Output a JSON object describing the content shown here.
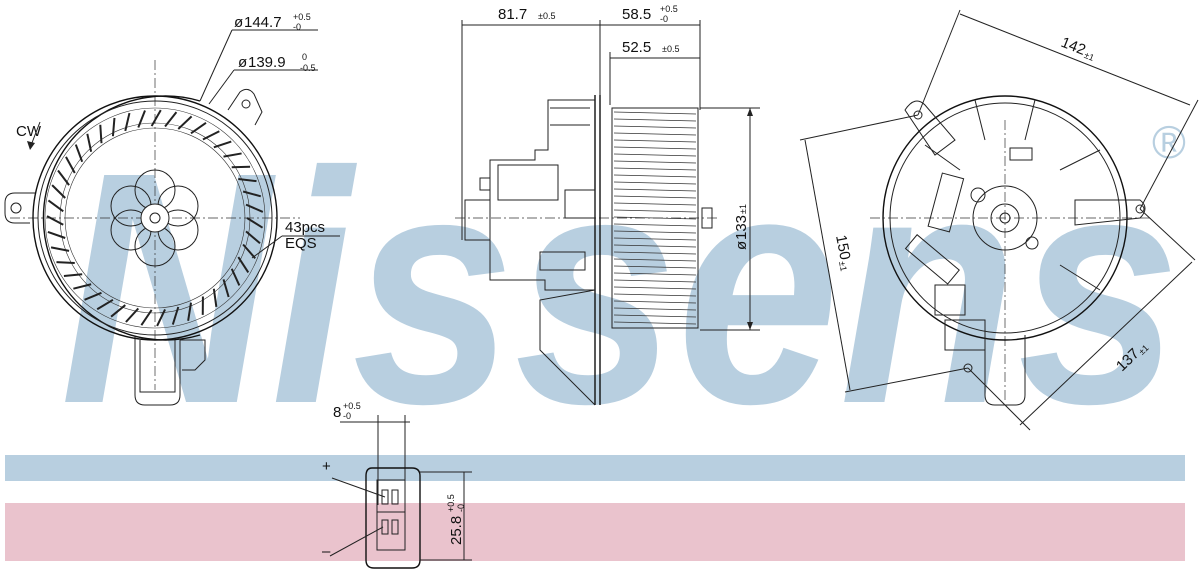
{
  "brand": {
    "watermark": "Nissens",
    "registered_mark": "®",
    "watermark_color": "#b8cfe0",
    "band_blue_color": "#b8cfe0",
    "band_pink_color": "#eac3cd"
  },
  "front_view": {
    "rotation_label": "CW",
    "outer_diameter": {
      "value": "144.7",
      "tol_upper": "+0.5",
      "tol_lower": "-0",
      "prefix": "ø"
    },
    "inner_diameter": {
      "value": "139.9",
      "tol_upper": "0",
      "tol_lower": "-0.5",
      "prefix": "ø"
    },
    "blade_count": "43pcs",
    "blade_spacing": "EQS"
  },
  "side_view": {
    "length_total": {
      "value": "81.7",
      "tol": "±0.5"
    },
    "length_wheel": {
      "value": "58.5",
      "tol_upper": "+0.5",
      "tol_lower": "-0"
    },
    "length_blade": {
      "value": "52.5",
      "tol": "±0.5"
    },
    "wheel_diameter": {
      "value": "133",
      "tol": "±1",
      "prefix": "ø"
    }
  },
  "rear_view": {
    "width": {
      "value": "142",
      "tol": "±1"
    },
    "height": {
      "value": "150",
      "tol": "±1"
    },
    "diagonal": {
      "value": "137",
      "tol": "±1"
    }
  },
  "connector": {
    "pin_width": {
      "value": "8",
      "tol_upper": "+0.5",
      "tol_lower": "-0"
    },
    "height": {
      "value": "25.8",
      "tol_upper": "+0.5",
      "tol_lower": "-0"
    },
    "plus_label": "+",
    "minus_label": "–"
  }
}
